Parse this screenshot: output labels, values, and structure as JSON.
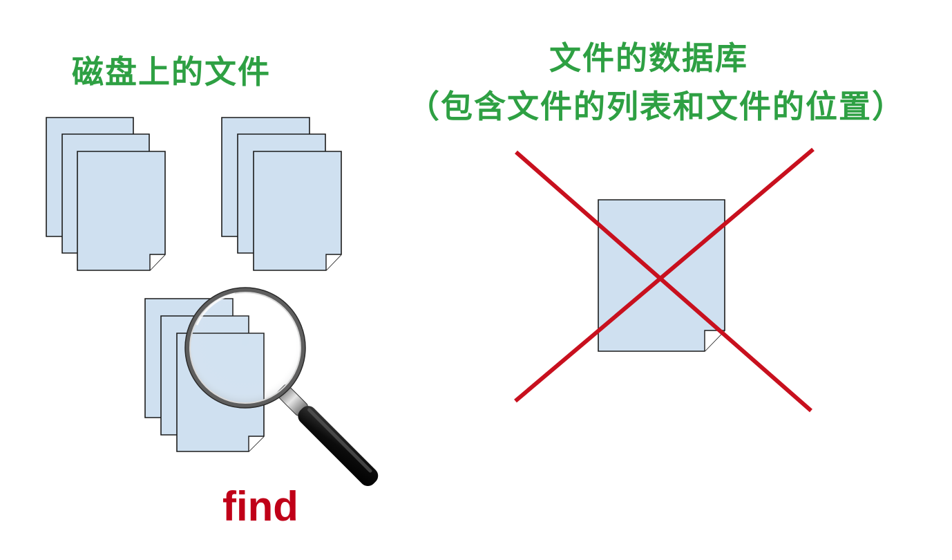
{
  "left_section": {
    "title": "磁盘上的文件",
    "find_label": "find"
  },
  "right_section": {
    "title_line1": "文件的数据库",
    "title_line2": "（包含文件的列表和文件的位置）"
  },
  "colors": {
    "title_green": "#2ea043",
    "find_red": "#c00018",
    "cross_red": "#c8101e",
    "page_fill": "#cfe0f0",
    "page_stroke": "#1a1a1a"
  },
  "icons": {
    "files": "document-stack-icon",
    "search": "magnifying-glass-icon",
    "database": "document-icon",
    "cross": "red-x-cross-icon"
  }
}
